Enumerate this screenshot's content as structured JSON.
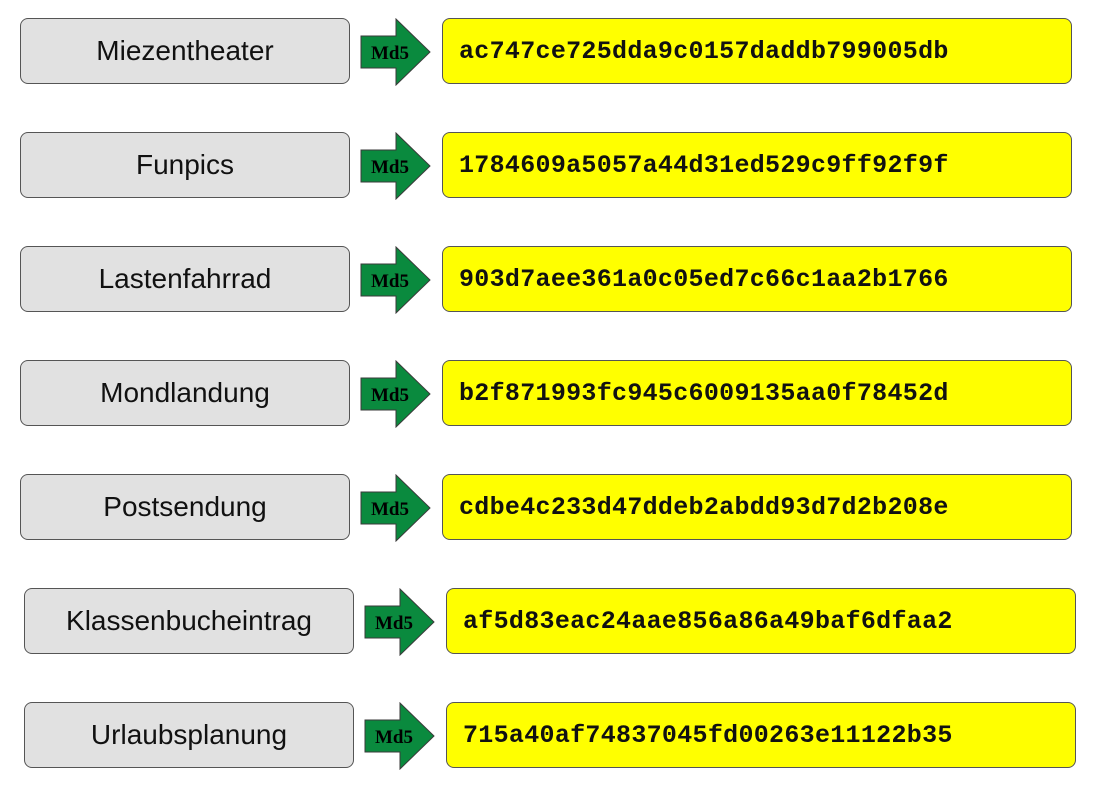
{
  "colors": {
    "word_box_fill": "#e1e1e1",
    "hash_box_fill": "#ffff00",
    "arrow_fill": "#0a8a3e",
    "border": "#555555"
  },
  "arrow_label": "Md5",
  "rows": [
    {
      "word": "Miezentheater",
      "hash": "ac747ce725dda9c0157daddb799005db"
    },
    {
      "word": "Funpics",
      "hash": "1784609a5057a44d31ed529c9ff92f9f"
    },
    {
      "word": "Lastenfahrrad",
      "hash": "903d7aee361a0c05ed7c66c1aa2b1766"
    },
    {
      "word": "Mondlandung",
      "hash": "b2f871993fc945c6009135aa0f78452d"
    },
    {
      "word": "Postsendung",
      "hash": "cdbe4c233d47ddeb2abdd93d7d2b208e"
    },
    {
      "word": "Klassenbucheintrag",
      "hash": "af5d83eac24aae856a86a49baf6dfaa2"
    },
    {
      "word": "Urlaubsplanung",
      "hash": "715a40af74837045fd00263e11122b35"
    }
  ]
}
